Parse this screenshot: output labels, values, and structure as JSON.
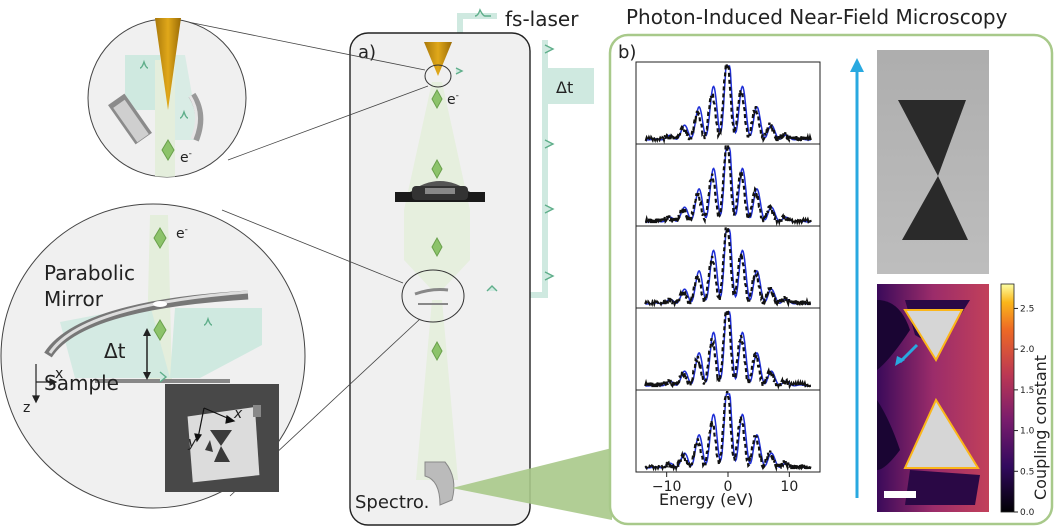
{
  "title": "Photon-Induced Near-Field Microscopy",
  "laser_label": "fs-laser",
  "panel_a_label": "a)",
  "panel_b_label": "b)",
  "electron_label": "e",
  "electron_sup": "-",
  "delay_label": "Δt",
  "mirror_label_line1": "Parabolic",
  "mirror_label_line2": "Mirror",
  "sample_label": "Sample",
  "spectro_label": "Spectro.",
  "axis_x": "x",
  "axis_y": "y",
  "axis_z": "z",
  "colors": {
    "beam": "#cfe9e0",
    "pulse": "#5fae8a",
    "electron": "#8cc36a",
    "tip": "#c8960c",
    "panel_border": "#a8c98a",
    "arrow": "#29a9e0",
    "exp_line": "#111111",
    "sim_line": "#1f2fd6"
  },
  "chart_data": [
    {
      "type": "line",
      "xlabel": "Energy (eV)",
      "x_ticks": [
        "−10",
        "0",
        "10"
      ],
      "x_range": [
        -15,
        15
      ],
      "panels": 5,
      "series": [
        {
          "style": "solid",
          "color": "#1f2fd6"
        },
        {
          "style": "dashed",
          "color": "#111111"
        }
      ]
    },
    {
      "type": "heatmap",
      "colorbar_label": "Coupling constant",
      "colorbar_ticks": [
        "0.0",
        "0.5",
        "1.0",
        "1.5",
        "2.0",
        "2.5"
      ],
      "range": [
        0,
        2.8
      ]
    }
  ]
}
